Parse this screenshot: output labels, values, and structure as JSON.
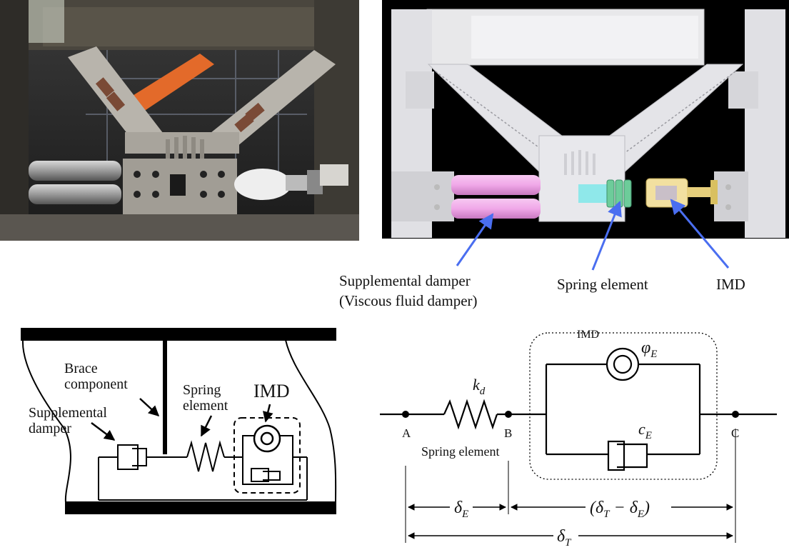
{
  "photo_labels": {
    "supplemental_damper": "Supplemental damper",
    "supplemental_damper_sub": "(Viscous fluid damper)",
    "spring_element": "Spring element",
    "imd": "IMD"
  },
  "schematic": {
    "brace_component_line1": "Brace",
    "brace_component_line2": "component",
    "spring_element_line1": "Spring",
    "spring_element_line2": "element",
    "imd": "IMD",
    "supplemental_damper_line1": "Supplemental",
    "supplemental_damper_line2": "damper"
  },
  "mechanical_model": {
    "node_a": "A",
    "node_b": "B",
    "node_c": "C",
    "spring_label": "Spring element",
    "stiffness_symbol": "k",
    "stiffness_subscript": "d",
    "inerter_symbol": "φ",
    "inerter_subscript": "E",
    "damping_symbol": "c",
    "damping_subscript": "E",
    "imd_box_label": "IMD",
    "delta_e_symbol": "δ",
    "delta_e_subscript": "E",
    "delta_diff_open": "(δ",
    "delta_diff_sub1": "T",
    "delta_diff_mid": " − δ",
    "delta_diff_sub2": "E",
    "delta_diff_close": ")",
    "delta_t_symbol": "δ",
    "delta_t_subscript": "T"
  },
  "colors": {
    "pink_damper": "#f0a8e8",
    "arrow_blue": "#4a6ef0",
    "render_bg": "#000000",
    "steel_white": "#e8e8ea"
  }
}
